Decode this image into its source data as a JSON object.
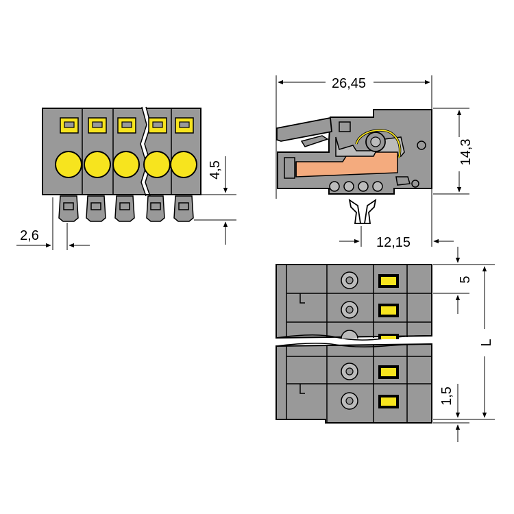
{
  "dimensions": {
    "total_width": "26,45",
    "height": "14,3",
    "pin_offset": "4,5",
    "edge_offset": "2,6",
    "depth": "12,15",
    "pitch": "5",
    "end_offset": "1,5",
    "length": "L"
  },
  "colors": {
    "housing": "#999999",
    "housing_dark": "#7f7f7f",
    "actuator": "#f7e41e",
    "contact": "#f4ab7e",
    "line": "#000000"
  }
}
